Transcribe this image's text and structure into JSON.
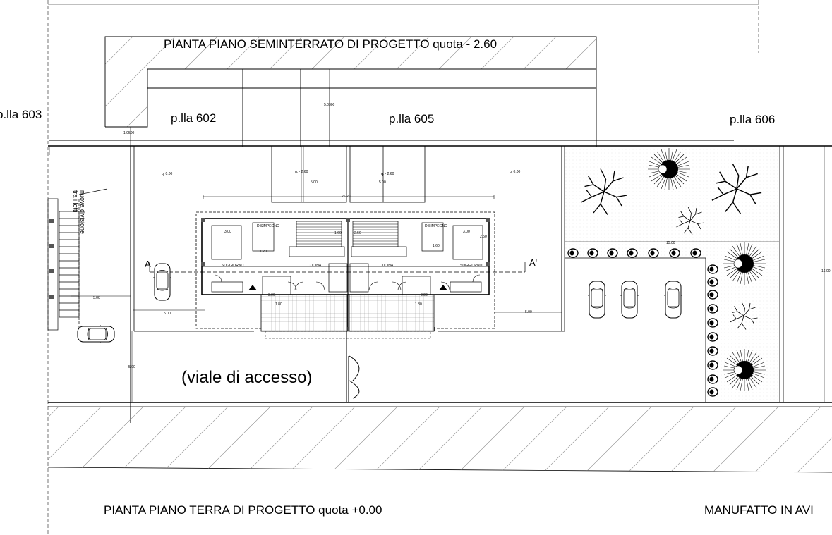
{
  "labels": {
    "title_basement": "PIANTA PIANO SEMINTERRATO  DI PROGETTO  quota - 2.60",
    "title_ground": "PIANTA PIANO TERRA  DI PROGETTO  quota +0.00",
    "title_manufatto": "MANUFATTO IN AVI",
    "plot_603": "p.lla  603",
    "plot_602": "p.lla  602",
    "plot_605": "p.lla  605",
    "plot_606": "p.lla  606",
    "access": "(viale di accesso)",
    "boundary_note_1": "nuova divisione",
    "boundary_note_2": "tra i lotti",
    "section_a": "A",
    "section_a_prime": "A'"
  },
  "dimensions": {
    "d_10500": "1.0500",
    "d_50300": "5.0300",
    "d_q000_left": "q. 0.00",
    "d_q000_right": "q. 0.00",
    "d_q260_left": "q. - 2.60",
    "d_q260_right": "q. - 2.60",
    "d_500_a": "5.00",
    "d_500_b": "5.00",
    "d_2620": "26.20",
    "d_300_a": "3.00",
    "d_300_b": "3.00",
    "d_300_c": "3.00",
    "d_300_d": "3.00",
    "d_120": "1.20",
    "d_160_a": "1.60",
    "d_160_b": "1.60",
    "d_180_a": "1.80",
    "d_180_b": "1.80",
    "d_250_a": "2.50",
    "d_250_b": "2.50",
    "d_500_left": "5.00",
    "d_500_mid": "5.00",
    "d_500_right": "5.00",
    "d_500_vert": "5.00",
    "d_1500": "15.00",
    "d_1600": "16.00",
    "room_soggiorno_l": "SOGGIORNO",
    "room_soggiorno_r": "SOGGIORNO",
    "room_cucina_l": "CUCINA",
    "room_cucina_r": "CUCINA",
    "room_disimpegno_l": "DISIMPEGNO",
    "room_disimpegno_r": "DISIMPEGNO"
  }
}
